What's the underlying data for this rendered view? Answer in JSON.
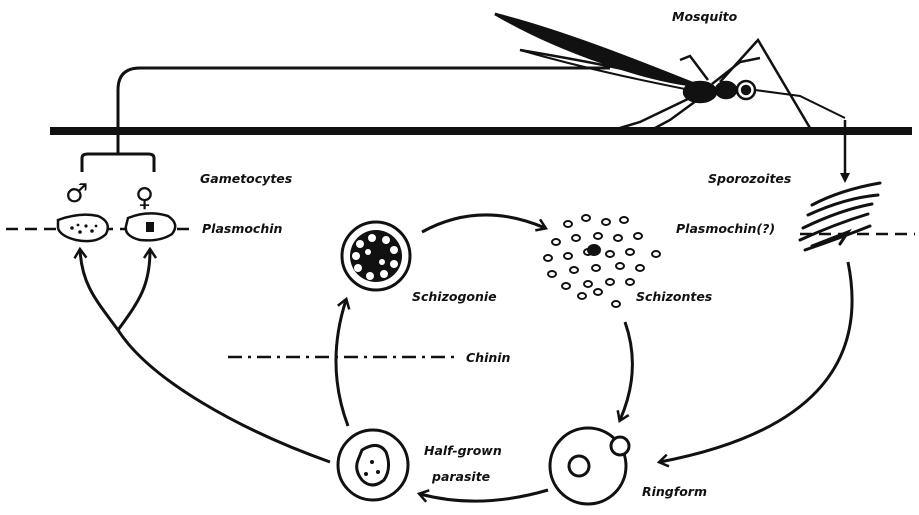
{
  "labels": {
    "mosquito": "Mosquito",
    "gametocytes": "Gametocytes",
    "male_symbol": "♂",
    "female_symbol": "♀",
    "plasmochin_left": "Plasmochin",
    "sporozoites": "Sporozoites",
    "plasmochin_right": "Plasmochin(?)",
    "schizogonie": "Schizogonie",
    "schizontes": "Schizontes",
    "chinin": "Chinin",
    "half_grown_line1": "Half-grown",
    "half_grown_line2": "parasite",
    "ringform": "Ringform"
  },
  "colors": {
    "ink": "#111111",
    "background": "#ffffff"
  }
}
